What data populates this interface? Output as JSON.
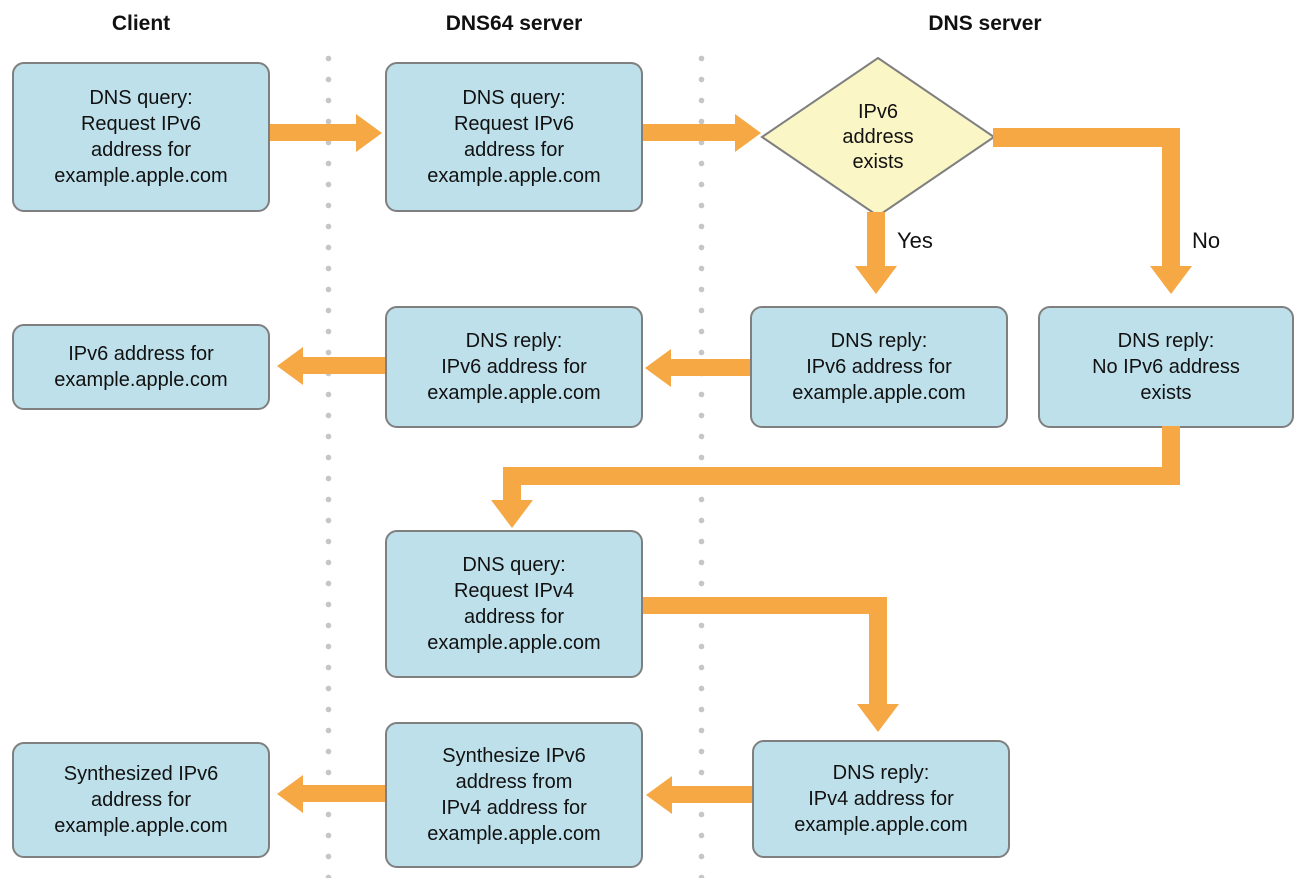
{
  "colors": {
    "node_fill": "#bee0eb",
    "node_border": "#7f7f7f",
    "diamond_fill": "#faf6c6",
    "arrow": "#f5a844",
    "dot": "#c6c6c6",
    "text": "#111111",
    "background": "#ffffff"
  },
  "headers": {
    "client": "Client",
    "dns64": "DNS64 server",
    "dns": "DNS server"
  },
  "nodes": {
    "q6_client": "DNS query:\nRequest IPv6\naddress for\nexample.apple.com",
    "q6_dns64": "DNS query:\nRequest IPv6\naddress for\nexample.apple.com",
    "decision": "IPv6\naddress\nexists",
    "r6_server": "DNS reply:\nIPv6 address for\nexample.apple.com",
    "r6_none": "DNS reply:\nNo IPv6 address\nexists",
    "r6_dns64": "DNS reply:\nIPv6 address for\nexample.apple.com",
    "r6_client": "IPv6 address for\nexample.apple.com",
    "q4_dns64": "DNS query:\nRequest IPv4\naddress for\nexample.apple.com",
    "r4_server": "DNS reply:\nIPv4 address for\nexample.apple.com",
    "syn_dns64": "Synthesize IPv6\naddress from\nIPv4 address for\nexample.apple.com",
    "syn_client": "Synthesized IPv6\naddress for\nexample.apple.com"
  },
  "edge_labels": {
    "yes": "Yes",
    "no": "No"
  }
}
